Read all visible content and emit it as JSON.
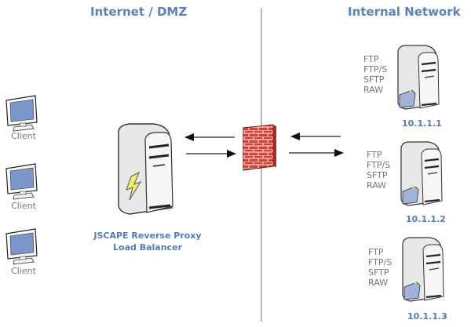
{
  "headings": {
    "left": "Internet / DMZ",
    "right": "Internal Network"
  },
  "clients": [
    {
      "label": "Client",
      "icon": "monitor-icon"
    },
    {
      "label": "Client",
      "icon": "monitor-icon"
    },
    {
      "label": "Client",
      "icon": "monitor-icon"
    }
  ],
  "load_balancer": {
    "label_line1": "JSCAPE Reverse Proxy",
    "label_line2": "Load Balancer",
    "icon": "server-lightning-icon"
  },
  "firewall": {
    "icon": "firewall-brick-icon"
  },
  "servers": [
    {
      "ip": "10.1.1.1",
      "protocols": [
        "FTP",
        "FTP/S",
        "SFTP",
        "RAW"
      ],
      "icon": "file-server-icon"
    },
    {
      "ip": "10.1.1.2",
      "protocols": [
        "FTP",
        "FTP/S",
        "SFTP",
        "RAW"
      ],
      "icon": "file-server-icon"
    },
    {
      "ip": "10.1.1.3",
      "protocols": [
        "FTP",
        "FTP/S",
        "SFTP",
        "RAW"
      ],
      "icon": "file-server-icon"
    }
  ],
  "colors": {
    "heading": "#5b82c0",
    "label_blue": "#4f7cc2",
    "label_gray": "#777777",
    "screen": "#7b96c8",
    "firewall_red": "#e8392f",
    "folder": "#9fb4d8"
  }
}
